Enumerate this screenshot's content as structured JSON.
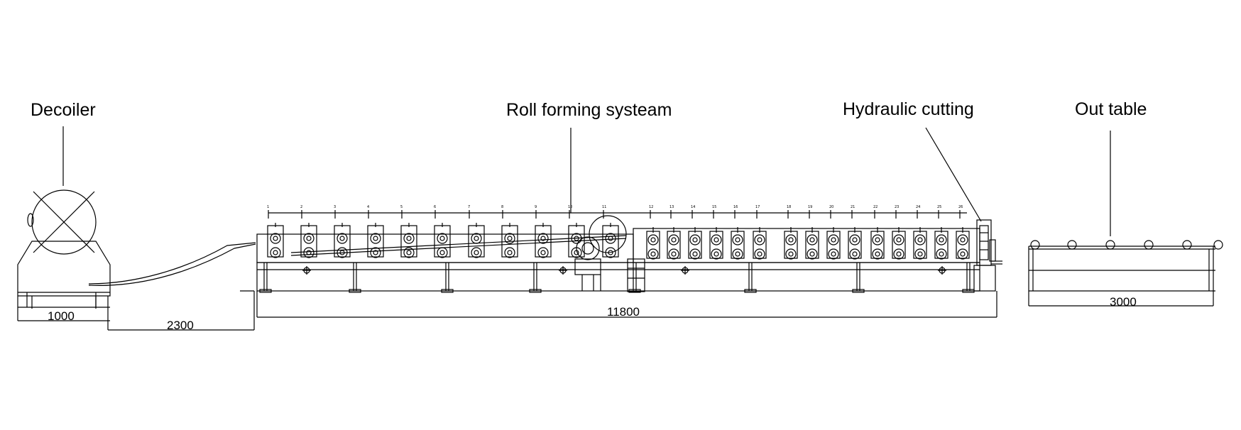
{
  "labels": {
    "decoiler": "Decoiler",
    "roll_forming": "Roll forming systeam",
    "hydraulic_cutting": "Hydraulic cutting",
    "out_table": "Out table"
  },
  "dimensions": {
    "decoiler_width": "1000",
    "gap": "2300",
    "machine_length": "11800",
    "table_length": "3000"
  },
  "stations": [
    "1",
    "2",
    "3",
    "4",
    "5",
    "6",
    "7",
    "8",
    "9",
    "10",
    "11",
    "12",
    "13",
    "14",
    "15",
    "16",
    "17",
    "18",
    "19",
    "20",
    "21",
    "22",
    "23",
    "24",
    "25",
    "26"
  ],
  "colors": {
    "line": "#000000",
    "background": "#ffffff"
  }
}
